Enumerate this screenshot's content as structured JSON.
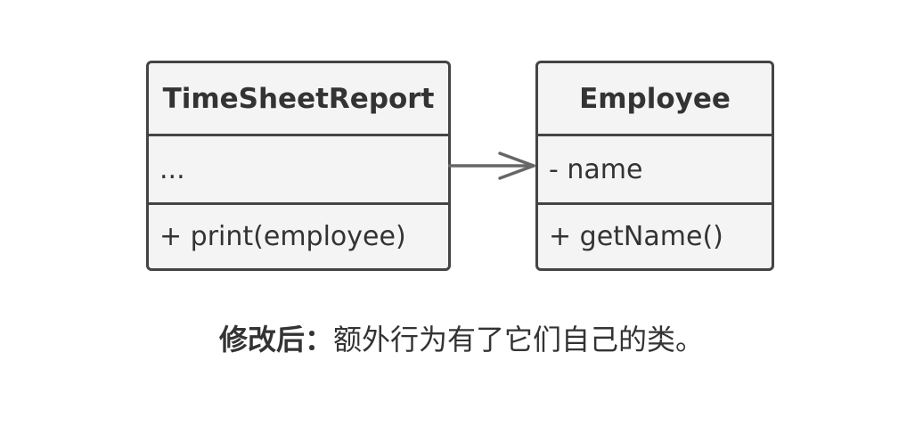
{
  "classes": {
    "report": {
      "name": "TimeSheetReport",
      "attributes": "...",
      "operations": "+ print(employee)"
    },
    "employee": {
      "name": "Employee",
      "attributes": "- name",
      "operations": "+ getName()"
    }
  },
  "caption": {
    "label": "修改后：",
    "text": "额外行为有了它们自己的类。"
  },
  "colors": {
    "stroke": "#444444",
    "fill": "#f4f4f4",
    "text": "#333333",
    "arrow": "#666666"
  }
}
